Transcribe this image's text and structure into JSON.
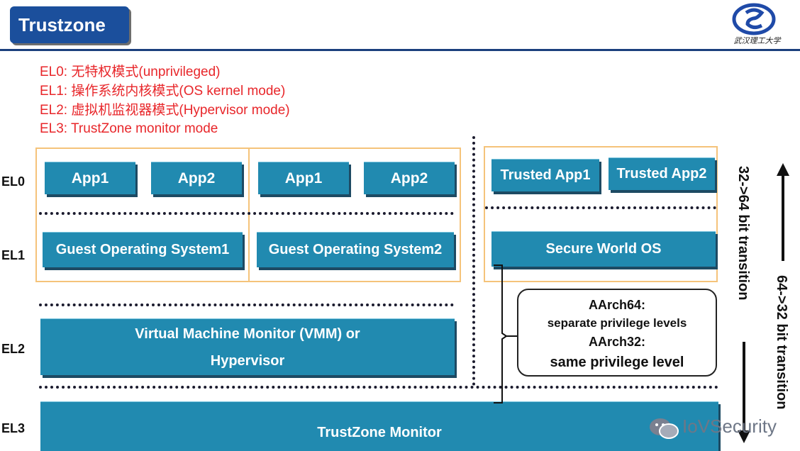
{
  "header": {
    "title": "Trustzone",
    "logo_caption": "武汉理工大学"
  },
  "legend": [
    "EL0: 无特权模式(unprivileged)",
    "EL1: 操作系统内核模式(OS kernel mode)",
    "EL2: 虚拟机监视器模式(Hypervisor mode)",
    "EL3: TrustZone monitor mode"
  ],
  "levels": {
    "el0": "EL0",
    "el1": "EL1",
    "el2": "EL2",
    "el3": "EL3"
  },
  "normal_world": {
    "vm1": {
      "app1": "App1",
      "app2": "App2",
      "os": "Guest Operating System1"
    },
    "vm2": {
      "app1": "App1",
      "app2": "App2",
      "os": "Guest Operating System2"
    },
    "vmm_line1": "Virtual Machine Monitor (VMM) or",
    "vmm_line2": "Hypervisor"
  },
  "secure_world": {
    "app1": "Trusted App1",
    "app2": "Trusted App2",
    "os": "Secure World OS"
  },
  "monitor": "TrustZone Monitor",
  "callout": {
    "aarch64": "AArch64:",
    "aarch64_desc": "separate privilege levels",
    "aarch32": "AArch32:",
    "aarch32_desc": "same privilege level"
  },
  "transitions": {
    "up": "32->64 bit transition",
    "down": "64->32 bit transition"
  },
  "watermark": "IoVSecurity",
  "colors": {
    "accent": "#218ab0",
    "title_bg": "#1b4f9c",
    "legend_text": "#e8262a",
    "panel_border": "#f5c37a"
  }
}
